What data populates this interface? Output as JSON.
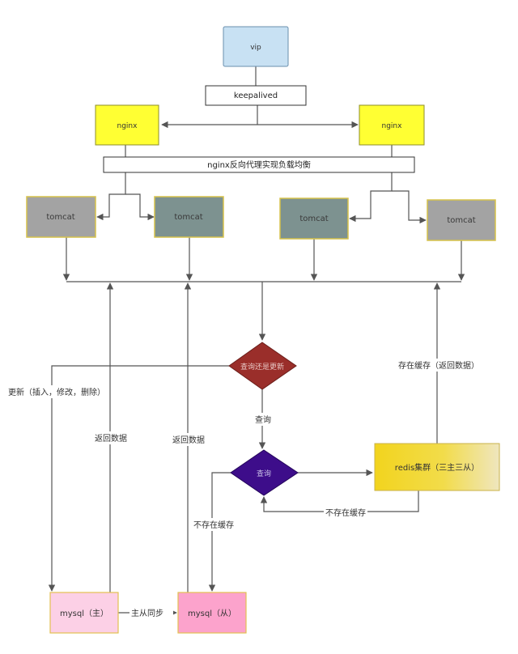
{
  "nodes": {
    "vip": "vip",
    "keepalived": "keepalived",
    "nginx_left": "nginx",
    "nginx_right": "nginx",
    "proxy_bar": "nginx反向代理实现负载均衡",
    "tomcat_1": "tomcat",
    "tomcat_2": "tomcat",
    "tomcat_3": "tomcat",
    "tomcat_4": "tomcat",
    "decision_main": "查询还是更新",
    "decision_query": "查询",
    "redis": "redis集群（三主三从）",
    "mysql_master": "mysql（主）",
    "mysql_slave": "mysql（从）"
  },
  "edges": {
    "update_label": "更新（插入，修改，删除）",
    "return_data_left": "返回数据",
    "return_data_right": "返回数据",
    "query_label": "查询",
    "not_cached_left": "不存在缓存",
    "not_cached_bottom": "不存在缓存",
    "cached_return": "存在缓存（返回数据）",
    "sync_label": "主从同步"
  },
  "colors": {
    "vip": "#c8e1f3",
    "nginx": "#ffff33",
    "tomcat_gray": "#a3a3a3",
    "tomcat_teal": "#7d9290",
    "diamond_red": "#9a2e2a",
    "diamond_purple": "#3d0d8a",
    "redis_start": "#f2d41e",
    "redis_end": "#efe6bf",
    "mysql_master": "#fcd0e6",
    "mysql_slave": "#fca3cc",
    "line": "#555555"
  }
}
